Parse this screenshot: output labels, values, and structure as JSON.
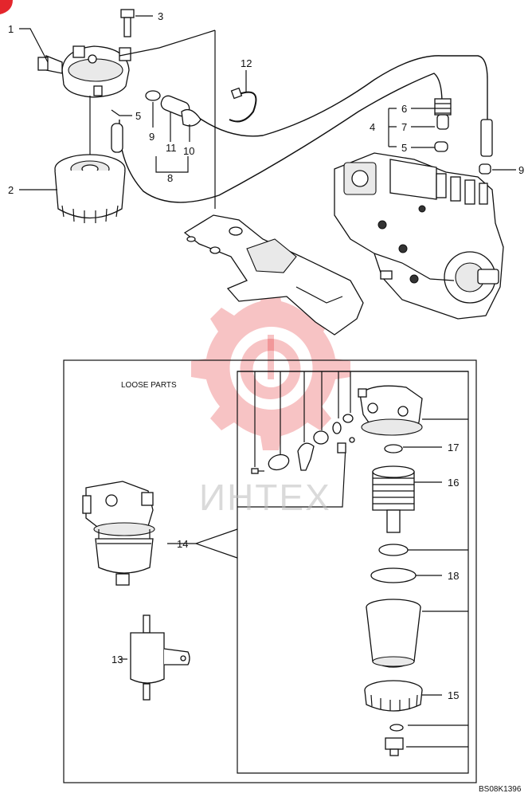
{
  "diagram": {
    "callouts": [
      "1",
      "2",
      "3",
      "4",
      "5",
      "5",
      "6",
      "7",
      "8",
      "9",
      "9",
      "10",
      "11",
      "12",
      "13",
      "14",
      "15",
      "16",
      "17",
      "18"
    ],
    "group_label": "LOOSE PARTS",
    "watermark_text": "ИНТЕХ",
    "drawing_code": "BS08K1396",
    "colors": {
      "line": "#111111",
      "watermark": "#e4262c",
      "corner_mark": "#e4262c"
    }
  }
}
